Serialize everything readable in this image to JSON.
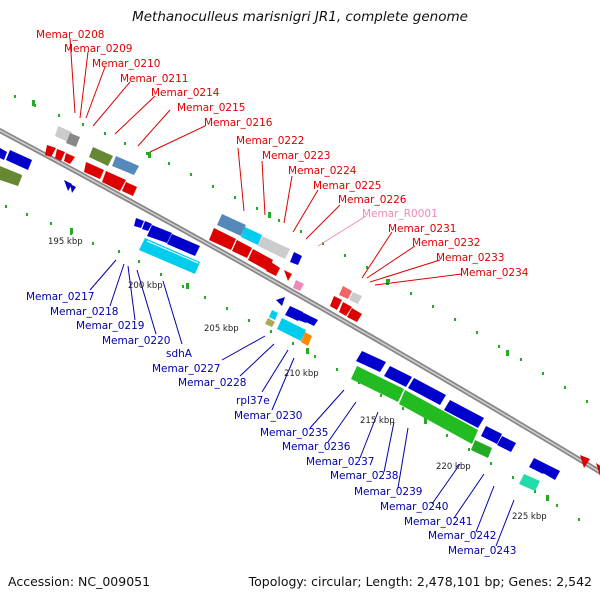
{
  "title": "Methanoculleus marisnigri JR1, complete genome",
  "footer": {
    "accession": "Accession: NC_009051",
    "summary": "Topology: circular; Length: 2,478,101 bp; Genes: 2,542"
  },
  "ticks": [
    "195 kbp",
    "200 kbp",
    "205 kbp",
    "210 kbp",
    "215 kbp",
    "220 kbp",
    "225 kbp"
  ],
  "labels_top": [
    "Memar_0208",
    "Memar_0209",
    "Memar_0210",
    "Memar_0211",
    "Memar_0214",
    "Memar_0215",
    "Memar_0216",
    "Memar_0222",
    "Memar_0223",
    "Memar_0224",
    "Memar_0225",
    "Memar_0226",
    "Memar_R0001",
    "Memar_0231",
    "Memar_0232",
    "Memar_0233",
    "Memar_0234"
  ],
  "labels_bottom": [
    "Memar_0217",
    "Memar_0218",
    "Memar_0219",
    "Memar_0220",
    "sdhA",
    "Memar_0227",
    "Memar_0228",
    "rpl37e",
    "Memar_0230",
    "Memar_0235",
    "Memar_0236",
    "Memar_0237",
    "Memar_0238",
    "Memar_0239",
    "Memar_0240",
    "Memar_0241",
    "Memar_0242",
    "Memar_0243"
  ],
  "colors": {
    "forward": "#dd0000",
    "reverse": "#0000cc",
    "rna": "#ee88bb",
    "backbone": "#888888",
    "gc": "#22aa22",
    "sky": "#00ccee",
    "steel": "#5588bb",
    "olive": "#668833",
    "grey": "#cccccc"
  }
}
